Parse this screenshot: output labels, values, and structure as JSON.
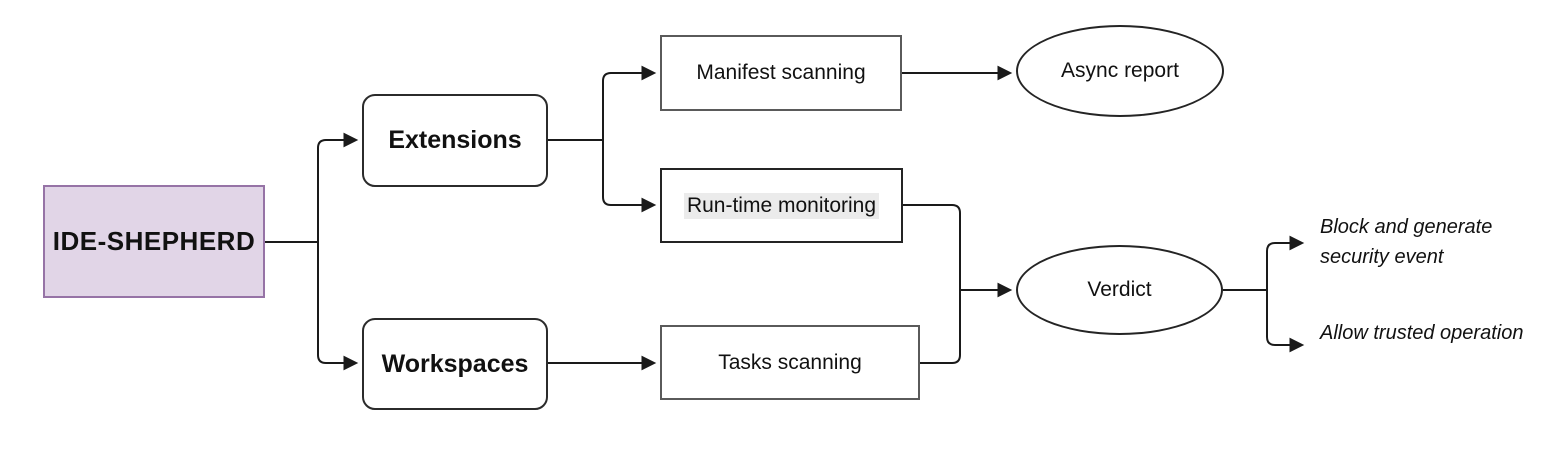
{
  "colors": {
    "background": "#ffffff",
    "root_fill": "#e1d5e7",
    "root_border": "#9673a6",
    "box_border": "#5a5a5a",
    "dark_border": "#242424",
    "connector": "#1a1a1a",
    "runtime_text_highlight": "#ebebeb"
  },
  "nodes": {
    "root": {
      "label": "IDE-SHEPHERD",
      "shape": "rectangle-filled"
    },
    "extensions": {
      "label": "Extensions",
      "shape": "rounded-rectangle"
    },
    "workspaces": {
      "label": "Workspaces",
      "shape": "rounded-rectangle"
    },
    "manifest_scanning": {
      "label": "Manifest scanning",
      "shape": "rectangle"
    },
    "runtime_monitoring": {
      "label": "Run-time monitoring",
      "shape": "rectangle"
    },
    "tasks_scanning": {
      "label": "Tasks scanning",
      "shape": "rectangle"
    },
    "async_report": {
      "label": "Async report",
      "shape": "ellipse"
    },
    "verdict": {
      "label": "Verdict",
      "shape": "ellipse"
    }
  },
  "outcomes": [
    {
      "label": "Block and generate security event"
    },
    {
      "label": "Allow trusted operation"
    }
  ],
  "edges": [
    {
      "from": "IDE-SHEPHERD",
      "to": "Extensions"
    },
    {
      "from": "IDE-SHEPHERD",
      "to": "Workspaces"
    },
    {
      "from": "Extensions",
      "to": "Manifest scanning"
    },
    {
      "from": "Extensions",
      "to": "Run-time monitoring"
    },
    {
      "from": "Workspaces",
      "to": "Tasks scanning"
    },
    {
      "from": "Manifest scanning",
      "to": "Async report"
    },
    {
      "from": "Run-time monitoring",
      "to": "Verdict"
    },
    {
      "from": "Tasks scanning",
      "to": "Verdict"
    },
    {
      "from": "Verdict",
      "to": "Block and generate security event"
    },
    {
      "from": "Verdict",
      "to": "Allow trusted operation"
    }
  ]
}
